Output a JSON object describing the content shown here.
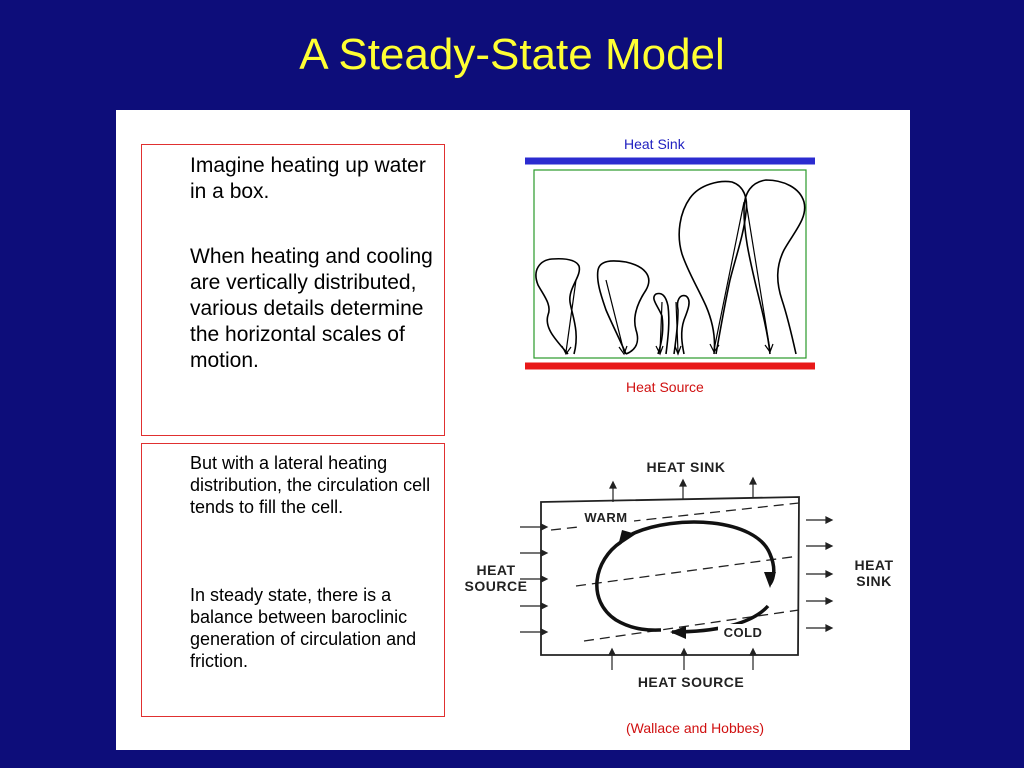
{
  "slide": {
    "title": "A Steady-State Model"
  },
  "text_box_1": {
    "paragraph_1": "Imagine heating up water in a box.",
    "paragraph_2": "When heating and cooling are vertically distributed, various details determine the horizontal scales of motion."
  },
  "text_box_2": {
    "paragraph_1": "But with a lateral heating  distribution, the circulation cell tends to fill the cell.",
    "paragraph_2": "In steady state, there is a balance between baroclinic generation of circulation and friction."
  },
  "convection_diagram": {
    "top_label": "Heat Sink",
    "bottom_label": "Heat Source",
    "colors": {
      "sink": "#2b2bd0",
      "source": "#e81818",
      "box": "#2a9a2a",
      "label": "#2020c0",
      "source_label": "#d01010"
    }
  },
  "circulation_diagram": {
    "top_label": "HEAT  SINK",
    "bottom_label": "HEAT  SOURCE",
    "left_label": "HEAT\nSOURCE",
    "right_label": "HEAT\nSINK",
    "warm_label": "WARM",
    "cold_label": "COLD"
  },
  "citation": "(Wallace and Hobbes)"
}
